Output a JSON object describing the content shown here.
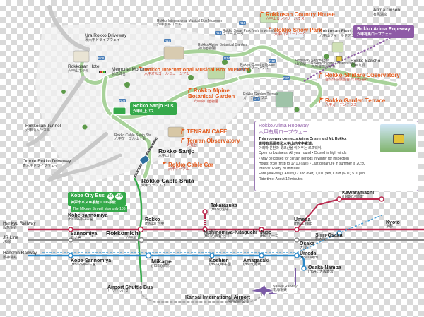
{
  "colors": {
    "road": "#a8d29a",
    "road_edge": "#ffffff",
    "poi": "#e35b1e",
    "ropeway": "#8e5ba6",
    "bus": "#35a94a",
    "hankyu": "#b9274c",
    "jr": "#8a8a8a",
    "hanshin": "#2b88c8",
    "shinkansen": "#4aa0d5"
  },
  "labels": {
    "ura_driveway": {
      "en": "Ura Rokko Driveway",
      "jp": "裏六甲ドライブウェイ"
    },
    "rokkosan_hotel": {
      "en": "Rokkosan Hotel",
      "jp": "六甲山ホテル"
    },
    "memorial_tower": {
      "en": "Memorial Monument",
      "jp": "記念碑台"
    },
    "rokkosan_tunnel": {
      "en": "Rokkosan Tunnel",
      "jp": "六甲山トンネル"
    },
    "omote_driveway": {
      "en": "Omote Rokko Driveway",
      "jp": "表六甲ドライブウェイ"
    },
    "intl_museum_small": {
      "en": "Rokko International Musical Box Museum",
      "jp": "六甲オルゴール"
    },
    "alpine_small": {
      "en": "Rokko Alpine Botanical Garden",
      "jp": "高山植物園"
    },
    "snow_park_small": {
      "en": "Rokko Snow Park (only in winter)",
      "jp": "スノーパーク"
    },
    "country_small": {
      "en": "Rokko Country House",
      "jp": "カンツリーハウス"
    },
    "garden_small": {
      "en": "Rokko Garden Terrace",
      "jp": "ガーデンテラス"
    },
    "cable_sanjo_small": {
      "en": "Rokko Cable Sanjo Sta.",
      "jp": "六甲ケーブル山上駅"
    },
    "shidare_small": {
      "en": "Rokko-Shidare Observatory",
      "jp": "自然体感展望台"
    },
    "rokkosan_field": {
      "en": "Rokkosan Field Athletic",
      "jp": "六甲山フィールドアスレチック"
    },
    "rokko_sancho": {
      "en": "Rokko Sancho",
      "jp": "六甲山頂"
    },
    "arima_onsen": {
      "en": "Arima Onsen",
      "jp": "有馬温泉"
    },
    "ropeway_sancho": {
      "en": "Ropeway Sancho Sta.",
      "jp": "山頂駅"
    }
  },
  "pois": {
    "country_house": {
      "en": "Rokkosan Country House",
      "jp": "六甲山カンツリーハウス"
    },
    "snow_park": {
      "en": "Rokko Snow Park",
      "jp": "六甲山スノーパーク"
    },
    "musical_box": {
      "en": "Rokko International Musical Box Museum",
      "jp": "六甲オルゴールミュージアム"
    },
    "alpine": {
      "en": "Rokko Alpine Botanical Garden",
      "jp": "六甲高山植物園"
    },
    "shidare": {
      "en": "Rokko-Shidare Observatory",
      "jp": "自然体感展望台 六甲枝垂れ"
    },
    "garden_terrace": {
      "en": "Rokko Garden Terrace",
      "jp": "六甲ガーデンテラス"
    },
    "tenran_cafe": {
      "en": "TENRAN CAFE",
      "jp": ""
    },
    "tenran_obs": {
      "en": "Tenran Observatory",
      "jp": "天覧台"
    },
    "cable_car": {
      "en": "Rokko Cable Car",
      "jp": "六甲ケーブル"
    }
  },
  "boxes": {
    "sanjo_bus": {
      "en": "Rokko Sanjo Bus",
      "jp": "六甲山上バス"
    },
    "arima_ropeway": {
      "en": "Rokko Arima Ropeway",
      "jp": "六甲有馬ロープウェー"
    },
    "kobe_city_bus": {
      "en": "Kobe City Bus",
      "jp": "神戸市バス16系統・106系統"
    },
    "route_16": "16",
    "route_106": "106"
  },
  "bus_note": "The Mikage Stn will stop only 106",
  "stations": {
    "rokko_sanjo": {
      "en": "Rokko Sanjo",
      "jp": "六甲山上"
    },
    "cable_shita": {
      "en": "Rokko Cable Shita",
      "jp": "六甲ケーブル下"
    },
    "rokko": {
      "en": "Rokko",
      "code": "(HK13) 六甲"
    },
    "rokkomichi": {
      "en": "Rokkomichi",
      "jp": "六甲道"
    },
    "mikage": {
      "en": "Mikage",
      "code": "(HS25)御影"
    },
    "kobe_sannomiya_hk": {
      "en": "Kobe-sannomiya",
      "code": "(HK16)神戸三宮"
    },
    "sannomiya": {
      "en": "Sannomiya",
      "jp": "三ノ宮"
    },
    "kobe_sannomiya_hs": {
      "en": "Kobe-Sannomiya",
      "code": "(HS32)神戸三宮"
    },
    "takarazuka": {
      "en": "Takarazuka",
      "code": "(HK56)宝塚"
    },
    "nishinomiya": {
      "en": "Nishinomiya-Kitaguchi",
      "code": "(HK08)西宮北口"
    },
    "juso": {
      "en": "Juso",
      "code": "(HK03)十三"
    },
    "umeda_hk": {
      "en": "Umeda",
      "code": "(HK01)梅田"
    },
    "kawaramachi": {
      "en": "Kawaramachi",
      "code": "(HK86)河原町"
    },
    "kyoto": {
      "en": "Kyoto",
      "jp": "京都"
    },
    "shin_osaka": {
      "en": "Shin-Osaka",
      "jp": "新大阪"
    },
    "osaka": {
      "en": "Osaka",
      "jp": "大阪"
    },
    "umeda_hs": {
      "en": "Umeda",
      "code": "(HS01)梅田"
    },
    "koshien": {
      "en": "Koshien",
      "code": "(HS14)甲子園"
    },
    "amagasaki": {
      "en": "Amagasaki",
      "code": "(HS09)尼崎"
    },
    "osaka_namba": {
      "en": "Osaka-Namba",
      "code": "(HS41)大阪難波"
    },
    "kix": {
      "en": "Kansai International Airport",
      "jp": "関西国際空港"
    },
    "airport_bus": {
      "en": "Airport Shuttle Bus",
      "jp": "リムジンバス"
    },
    "nankai": {
      "en": "Nankai Railway",
      "jp": "南海電鉄"
    }
  },
  "lines": {
    "hankyu": {
      "en": "Hankyu Railway",
      "jp": "阪急電鉄"
    },
    "jr": {
      "en": "JR Line",
      "jp": "JR線"
    },
    "hanshin": {
      "en": "Hanshin Railway",
      "jp": "阪神電鉄"
    }
  },
  "route_signs": [
    "R16",
    "R15",
    "R14",
    "R13",
    "R12",
    "R11",
    "R10",
    "R09",
    "R08",
    "R07"
  ],
  "info": {
    "title_en": "Rokko Arima Ropeway",
    "title_jp": "六甲有馬ロープウェー",
    "lead_en": "This ropeway connects Arima Onsen and Mt. Rokko.",
    "lead_jp": "連接有馬温泉和六甲山的空中索道。",
    "lead_kr": "아리마 온천과 롯코산을 이어주는 로프웨이.",
    "line1": "Open for business: All year round  • Closed in high winds",
    "line2": "• May be closed for certain periods in winter for inspection",
    "line3": "Hours: 9:30 (first) to 17:10 (last) • Last departure in summer is 20:50",
    "line4": "Interval: Every 20 minutes",
    "line5": "Fare (one-way): Adult (12 and over) 1,010 yen, Child (6-11) 510 yen",
    "line6": "Ride time: About 12 minutes"
  }
}
